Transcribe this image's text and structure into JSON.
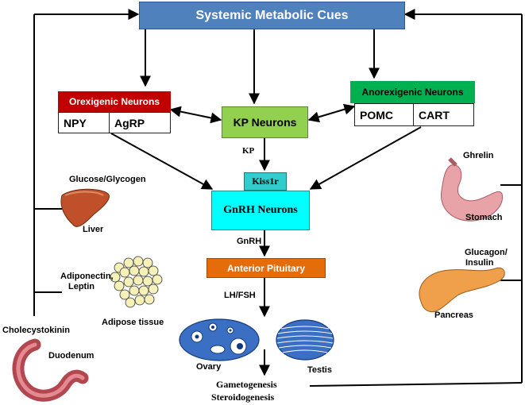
{
  "boxes": {
    "systemic": "Systemic Metabolic Cues",
    "orexigenic": "Orexigenic Neurons",
    "npy": "NPY",
    "agrp": "AgRP",
    "kp_neurons": "KP Neurons",
    "anorexigenic": "Anorexigenic Neurons",
    "pomc": "POMC",
    "cart": "CART",
    "kiss1r": "Kiss1r",
    "gnrh_neurons": "GnRH Neurons",
    "anterior_pituitary": "Anterior Pituitary"
  },
  "labels": {
    "kp": "KP",
    "gnrh": "GnRH",
    "lhfsh": "LH/FSH",
    "gametogenesis": "Gametogenesis",
    "steroidogenesis": "Steroidogenesis",
    "ovary": "Ovary",
    "testis": "Testis",
    "glucose": "Glucose/Glycogen",
    "liver": "Liver",
    "adiponectin": "Adiponectin,",
    "leptin": "Leptin",
    "adipose": "Adipose tissue",
    "cholecystokinin": "Cholecystokinin",
    "duodenum": "Duodenum",
    "ghrelin": "Ghrelin",
    "stomach": "Stomach",
    "glucagon": "Glucagon/",
    "insulin": "Insulin",
    "pancreas": "Pancreas"
  },
  "colors": {
    "systemic_fill": "#4f81bd",
    "orexigenic_fill": "#c00000",
    "kp_fill": "#92d050",
    "anorexigenic_fill": "#00b050",
    "kiss1r_fill": "#33cccc",
    "gnrh_fill": "#00ffff",
    "pituitary_fill": "#e46c0a"
  }
}
